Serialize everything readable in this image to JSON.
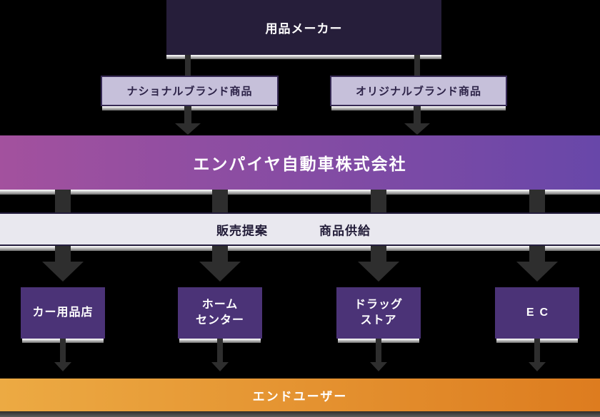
{
  "diagram": {
    "manufacturer": "用品メーカー",
    "brand_products": [
      "ナショナルブランド商品",
      "オリジナルブランド商品"
    ],
    "company": "エンパイヤ自動車株式会社",
    "flows": {
      "sales_proposal": "販売提案",
      "product_supply": "商品供給"
    },
    "retailers": [
      "カー用品店",
      "ホーム\nセンター",
      "ドラッグ\nストア",
      "EC"
    ],
    "end_user": "エンドユーザー"
  },
  "colors": {
    "bg": "#000000",
    "manufacturer-box": "#261e3a",
    "brand-box-fill": "#c6c0da",
    "brand-box-border": "#372a55",
    "brand-box-text": "#2d2348",
    "company-grad-left": "#a3519e",
    "company-grad-right": "#6847a9",
    "flow-band-fill": "#e9e8ef",
    "flow-band-border": "#241d3e",
    "flow-band-text": "#221c38",
    "retailer-box": "#4b3377",
    "enduser-grad-left": "#ecaa43",
    "enduser-grad-right": "#dd7c1f",
    "arrow": "#2e2e2e",
    "text-light": "#ffffff"
  }
}
